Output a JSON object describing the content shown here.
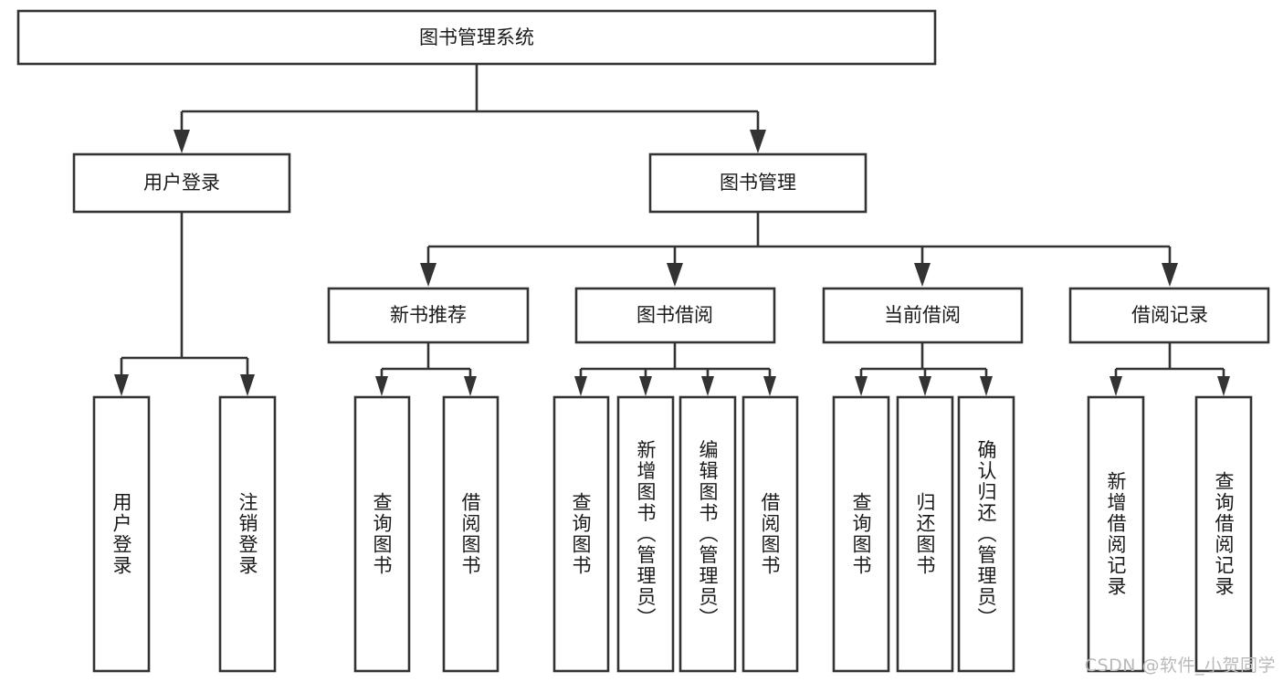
{
  "diagram": {
    "title": "图书管理系统",
    "type": "tree-hierarchy",
    "watermark": "CSDN @软件_小贺同学",
    "colors": {
      "stroke": "#333333",
      "box_fill": "#ffffff",
      "text": "#1a1a1a",
      "background": "#ffffff",
      "watermark": "#b9b9b9"
    },
    "nodes": {
      "root": {
        "label": "图书管理系统",
        "orientation": "horizontal"
      },
      "level2": [
        {
          "id": "user-login",
          "label": "用户登录",
          "orientation": "horizontal"
        },
        {
          "id": "book-manage",
          "label": "图书管理",
          "orientation": "horizontal"
        }
      ],
      "level3": [
        {
          "id": "new-book-recommend",
          "label": "新书推荐",
          "orientation": "horizontal"
        },
        {
          "id": "book-borrow",
          "label": "图书借阅",
          "orientation": "horizontal"
        },
        {
          "id": "current-borrow",
          "label": "当前借阅",
          "orientation": "horizontal"
        },
        {
          "id": "borrow-record",
          "label": "借阅记录",
          "orientation": "horizontal"
        }
      ],
      "leaves": [
        {
          "id": "leaf-user-login",
          "label": "用户登录",
          "orientation": "vertical",
          "parent": "user-login"
        },
        {
          "id": "leaf-user-logout",
          "label": "注销登录",
          "orientation": "vertical",
          "parent": "user-login"
        },
        {
          "id": "leaf-query-book-1",
          "label": "查询图书",
          "orientation": "vertical",
          "parent": "new-book-recommend"
        },
        {
          "id": "leaf-borrow-book-1",
          "label": "借阅图书",
          "orientation": "vertical",
          "parent": "new-book-recommend"
        },
        {
          "id": "leaf-query-book-2",
          "label": "查询图书",
          "orientation": "vertical",
          "parent": "book-borrow"
        },
        {
          "id": "leaf-add-book",
          "label": "新增图书（管理员）",
          "orientation": "vertical",
          "parent": "book-borrow"
        },
        {
          "id": "leaf-edit-book",
          "label": "编辑图书（管理员）",
          "orientation": "vertical",
          "parent": "book-borrow"
        },
        {
          "id": "leaf-borrow-book-2",
          "label": "借阅图书",
          "orientation": "vertical",
          "parent": "book-borrow"
        },
        {
          "id": "leaf-query-book-3",
          "label": "查询图书",
          "orientation": "vertical",
          "parent": "current-borrow"
        },
        {
          "id": "leaf-return-book",
          "label": "归还图书",
          "orientation": "vertical",
          "parent": "current-borrow"
        },
        {
          "id": "leaf-confirm-return",
          "label": "确认归还（管理员）",
          "orientation": "vertical",
          "parent": "current-borrow"
        },
        {
          "id": "leaf-add-record",
          "label": "新增借阅记录",
          "orientation": "vertical",
          "parent": "borrow-record"
        },
        {
          "id": "leaf-query-record",
          "label": "查询借阅记录",
          "orientation": "vertical",
          "parent": "borrow-record"
        }
      ]
    }
  }
}
